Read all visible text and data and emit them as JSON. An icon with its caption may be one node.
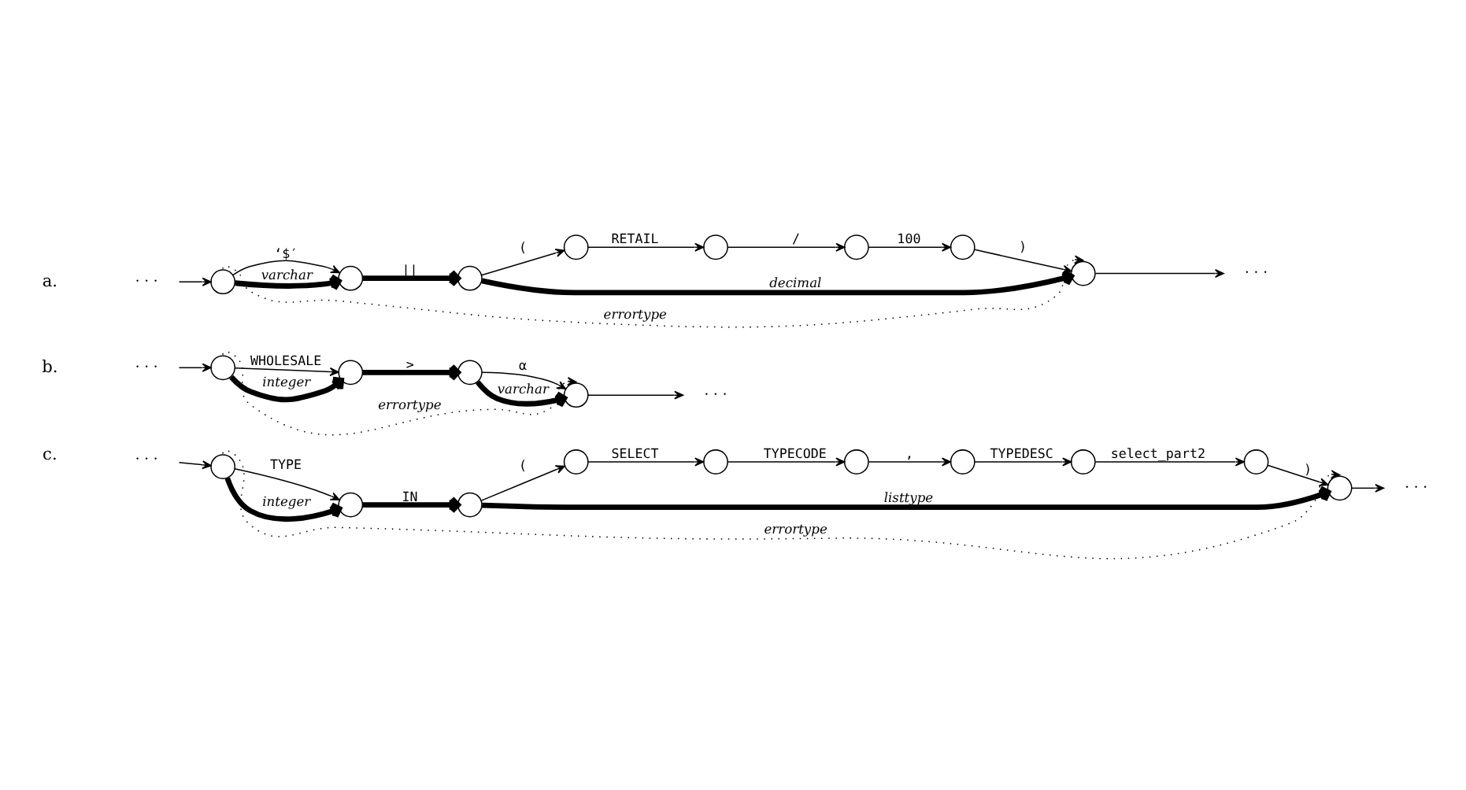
{
  "diagram": {
    "nodes": [
      {
        "text": [
          "· · ·"
        ]
      },
      {
        "text": [],
        "shape": "circle"
      },
      {
        "text": [],
        "shape": "circle"
      },
      {
        "text": [],
        "shape": "circle"
      },
      {
        "text": [],
        "shape": "circle"
      },
      {
        "text": [],
        "shape": "circle"
      },
      {
        "text": [],
        "shape": "circle"
      },
      {
        "text": [],
        "shape": "circle"
      },
      {
        "text": [],
        "shape": "circle"
      },
      {
        "text": [
          "· · ·"
        ]
      },
      {
        "text": [
          "· · ·"
        ]
      },
      {
        "text": [],
        "shape": "circle"
      },
      {
        "text": [],
        "shape": "circle"
      },
      {
        "text": [],
        "shape": "circle"
      },
      {
        "text": [],
        "shape": "circle"
      },
      {
        "text": [
          "· · ·"
        ]
      },
      {
        "text": [
          "· · ·"
        ]
      },
      {
        "text": [],
        "shape": "circle"
      },
      {
        "text": [],
        "shape": "circle"
      },
      {
        "text": [],
        "shape": "circle"
      },
      {
        "text": [],
        "shape": "circle"
      },
      {
        "text": [],
        "shape": "circle"
      },
      {
        "text": [],
        "shape": "circle"
      },
      {
        "text": [],
        "shape": "circle"
      },
      {
        "text": [],
        "shape": "circle"
      },
      {
        "text": [],
        "shape": "circle"
      },
      {
        "text": [],
        "shape": "circle"
      },
      {
        "text": [
          "· · ·"
        ]
      }
    ],
    "edges": [
      {
        "from": 0,
        "to": 1,
        "arrow": "to"
      },
      {
        "from": 1,
        "to": 2,
        "arrow": "to",
        "label": "‘$′"
      },
      {
        "from": 1,
        "to": 2,
        "arrow": "to",
        "label": "varchar",
        "style": "thick"
      },
      {
        "from": 2,
        "to": 3,
        "arrow": "to",
        "label": "||",
        "style": "thick"
      },
      {
        "from": 3,
        "to": 4,
        "arrow": "to",
        "label": "("
      },
      {
        "from": 4,
        "to": 5,
        "arrow": "to",
        "label": "RETAIL"
      },
      {
        "from": 5,
        "to": 6,
        "arrow": "to",
        "label": "/"
      },
      {
        "from": 6,
        "to": 7,
        "arrow": "to",
        "label": "100"
      },
      {
        "from": 7,
        "to": 8,
        "arrow": "to",
        "label": ")"
      },
      {
        "from": 3,
        "to": 8,
        "arrow": "to",
        "label": "decimal",
        "style": "thick"
      },
      {
        "from": 1,
        "to": 8,
        "arrow": "to",
        "label": "errortype",
        "style": "dashed"
      },
      {
        "from": 8,
        "to": 9,
        "arrow": "to"
      },
      {
        "from": 10,
        "to": 11,
        "arrow": "to"
      },
      {
        "from": 11,
        "to": 12,
        "arrow": "to",
        "label": "WHOLESALE"
      },
      {
        "from": 11,
        "to": 12,
        "arrow": "to",
        "label": "integer",
        "style": "thick"
      },
      {
        "from": 12,
        "to": 13,
        "arrow": "to",
        "label": ">",
        "style": "thick"
      },
      {
        "from": 13,
        "to": 14,
        "arrow": "to",
        "label": "α"
      },
      {
        "from": 13,
        "to": 14,
        "arrow": "to",
        "label": "varchar",
        "style": "thick"
      },
      {
        "from": 11,
        "to": 14,
        "arrow": "to",
        "label": "errortype",
        "style": "dashed"
      },
      {
        "from": 14,
        "to": 15,
        "arrow": "to"
      },
      {
        "from": 16,
        "to": 17,
        "arrow": "to"
      },
      {
        "from": 17,
        "to": 18,
        "arrow": "to",
        "label": "TYPE"
      },
      {
        "from": 17,
        "to": 18,
        "arrow": "to",
        "label": "integer",
        "style": "thick"
      },
      {
        "from": 18,
        "to": 19,
        "arrow": "to",
        "label": "IN",
        "style": "thick"
      },
      {
        "from": 19,
        "to": 20,
        "arrow": "to",
        "label": "("
      },
      {
        "from": 20,
        "to": 21,
        "arrow": "to",
        "label": "SELECT"
      },
      {
        "from": 21,
        "to": 22,
        "arrow": "to",
        "label": "TYPECODE"
      },
      {
        "from": 22,
        "to": 23,
        "arrow": "to",
        "label": ","
      },
      {
        "from": 23,
        "to": 24,
        "arrow": "to",
        "label": "TYPEDESC"
      },
      {
        "from": 24,
        "to": 25,
        "arrow": "to",
        "label": "select_part2"
      },
      {
        "from": 25,
        "to": 26,
        "arrow": "to",
        "label": ")"
      },
      {
        "from": 19,
        "to": 26,
        "arrow": "to",
        "label": "listtype",
        "style": "thick"
      },
      {
        "from": 17,
        "to": 26,
        "arrow": "to",
        "label": "errortype",
        "style": "dashed"
      },
      {
        "from": 26,
        "to": 27,
        "arrow": "to"
      }
    ],
    "labels": [
      "a.",
      "b.",
      "c."
    ]
  }
}
